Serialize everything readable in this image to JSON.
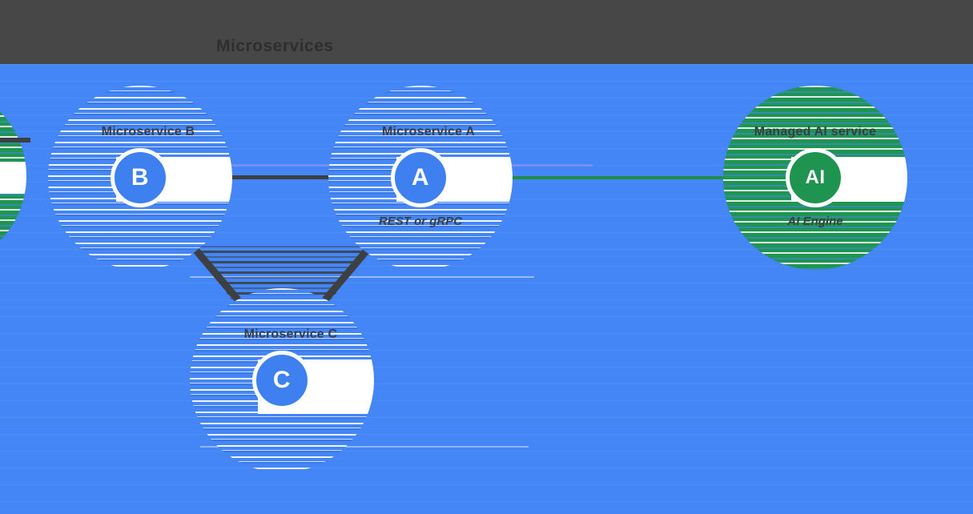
{
  "header": {
    "title": "Microservices"
  },
  "colors": {
    "background_blue": "#4486f5",
    "titlebar_gray": "#474747",
    "label_charcoal": "#393e43",
    "connector_dark": "#3c4043",
    "connector_green": "#1e8e49",
    "node_blue": "#3f80f0",
    "node_green": "#1e9450",
    "band_white": "#ffffff"
  },
  "nodes": [
    {
      "id": "b",
      "letter": "B",
      "label": "Microservice B",
      "color": "blue"
    },
    {
      "id": "a",
      "letter": "A",
      "label": "Microservice A",
      "color": "blue",
      "sublabel": "REST or gRPC"
    },
    {
      "id": "c",
      "letter": "C",
      "label": "Microservice C",
      "color": "blue"
    },
    {
      "id": "ai",
      "letter": "AI",
      "label": "Managed AI service",
      "color": "green",
      "sublabel": "AI Engine"
    }
  ],
  "connectors": [
    {
      "from": "b",
      "to": "a",
      "style": "dark horizontal"
    },
    {
      "from": "b",
      "to": "c",
      "style": "dark diagonal"
    },
    {
      "from": "a",
      "to": "c",
      "style": "dark diagonal"
    },
    {
      "from": "a",
      "to": "ai",
      "style": "green horizontal"
    }
  ]
}
